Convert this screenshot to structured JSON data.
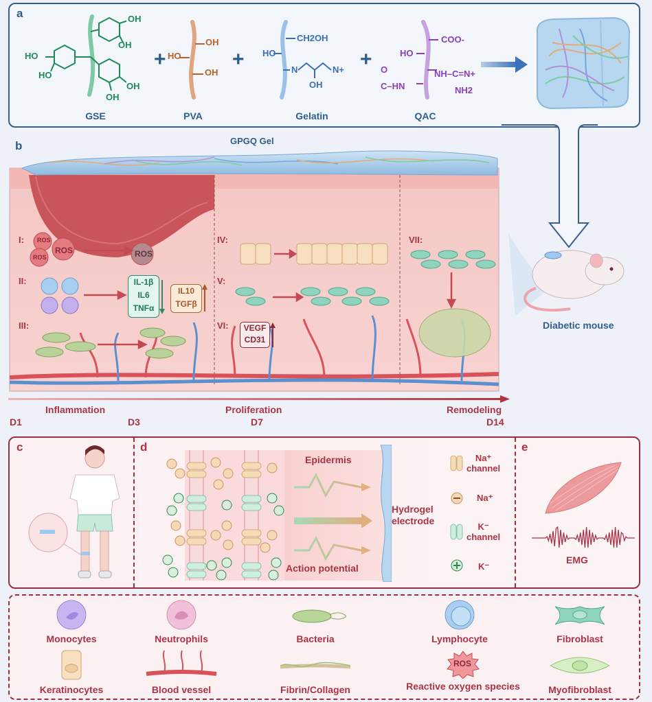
{
  "panel_a": {
    "letter": "a",
    "components": [
      {
        "name": "GSE",
        "color": "#1f8a5a",
        "groups": [
          "OH",
          "OH",
          "HO",
          "HO",
          "OH",
          "OH"
        ]
      },
      {
        "name": "PVA",
        "color": "#b8622a",
        "groups": [
          "OH",
          "HO",
          "OH"
        ]
      },
      {
        "name": "Gelatin",
        "color": "#3a6fb5",
        "groups": [
          "CH2OH",
          "HO",
          "N",
          "OH",
          "N+"
        ]
      },
      {
        "name": "QAC",
        "color": "#8a3fb5",
        "groups": [
          "COO-",
          "HO",
          "O",
          "C–HN",
          "NH–C=N+",
          "NH2"
        ]
      }
    ],
    "plus": "+",
    "product": "hydrogel-cube"
  },
  "panel_b": {
    "letter": "b",
    "gel_label": "GPGQ Gel",
    "stages": {
      "I": "I:",
      "II": "II:",
      "III": "III:",
      "IV": "IV:",
      "V": "V:",
      "VI": "VI:",
      "VII": "VII:"
    },
    "ros": [
      "ROS",
      "ROS",
      "ROS",
      "ROS"
    ],
    "pro_inflammatory": {
      "items": [
        "IL-1β",
        "IL6",
        "TNFα"
      ],
      "trend": "down"
    },
    "anti_inflammatory": {
      "items": [
        "IL10",
        "TGFβ"
      ],
      "trend": "up"
    },
    "angiogenesis": {
      "items": [
        "VEGF",
        "CD31"
      ],
      "trend": "up"
    },
    "timeline": {
      "phases": [
        "Inflammation",
        "Proliferation",
        "Remodeling"
      ],
      "days": [
        "D1",
        "D3",
        "D7",
        "D14"
      ]
    },
    "mouse_label": "Diabetic mouse"
  },
  "panel_c": {
    "letter": "c"
  },
  "panel_d": {
    "letter": "d",
    "epidermis": "Epidermis",
    "action_potential": "Action potential",
    "electrode": [
      "Hydrogel",
      "electrode"
    ],
    "key": [
      {
        "icon": "na-channel-icon",
        "label1": "Na⁺",
        "label2": "channel"
      },
      {
        "icon": "na-ion-icon",
        "label1": "Na⁺",
        "label2": ""
      },
      {
        "icon": "k-channel-icon",
        "label1": "K⁻",
        "label2": "channel"
      },
      {
        "icon": "k-ion-icon",
        "label1": "K⁻",
        "label2": ""
      }
    ]
  },
  "panel_e": {
    "letter": "e",
    "emg": "EMG"
  },
  "legend": {
    "items": [
      {
        "id": "monocytes",
        "label": "Monocytes"
      },
      {
        "id": "neutrophils",
        "label": "Neutrophils"
      },
      {
        "id": "bacteria",
        "label": "Bacteria"
      },
      {
        "id": "lymphocyte",
        "label": "Lymphocyte"
      },
      {
        "id": "fibroblast",
        "label": "Fibroblast"
      },
      {
        "id": "keratinocytes",
        "label": "Keratinocytes"
      },
      {
        "id": "blood-vessel",
        "label": "Blood vessel"
      },
      {
        "id": "fibrin-collagen",
        "label": "Fibrin/Collagen"
      },
      {
        "id": "ros",
        "label": "Reactive oxygen species",
        "badge": "ROS"
      },
      {
        "id": "myofibroblast",
        "label": "Myofibroblast"
      }
    ]
  },
  "colors": {
    "navy": "#2f5d8e",
    "crimson": "#a83445",
    "gse": "#1f8a5a",
    "pva": "#b8622a",
    "gelatin": "#3a6fb5",
    "qac": "#8a3fb5"
  }
}
